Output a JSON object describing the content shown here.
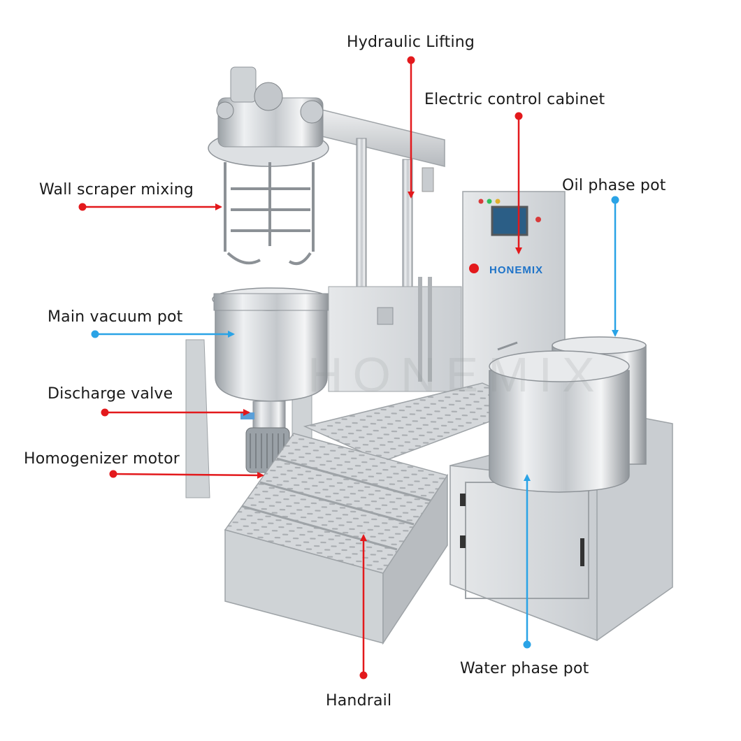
{
  "brand": {
    "name": "HONEMIX",
    "watermark": "HONEMIX"
  },
  "colors": {
    "red_callout": "#e3191c",
    "blue_callout": "#2aa3e6",
    "steel_light": "#e4e6e8",
    "steel_mid": "#b9bdc1",
    "steel_dark": "#8d9296",
    "brand_blue": "#1e73c8"
  },
  "callouts": [
    {
      "id": "hydraulic-lifting",
      "label": "Hydraulic Lifting",
      "color": "red"
    },
    {
      "id": "electric-control-cabinet",
      "label": "Electric control cabinet",
      "color": "red"
    },
    {
      "id": "wall-scraper-mixing",
      "label": "Wall scraper mixing",
      "color": "red"
    },
    {
      "id": "oil-phase-pot",
      "label": "Oil phase pot",
      "color": "blue"
    },
    {
      "id": "main-vacuum-pot",
      "label": "Main vacuum pot",
      "color": "blue"
    },
    {
      "id": "discharge-valve",
      "label": "Discharge valve",
      "color": "red"
    },
    {
      "id": "homogenizer-motor",
      "label": "Homogenizer motor",
      "color": "red"
    },
    {
      "id": "water-phase-pot",
      "label": "Water phase pot",
      "color": "blue"
    },
    {
      "id": "handrail",
      "label": "Handrail",
      "color": "red"
    }
  ]
}
